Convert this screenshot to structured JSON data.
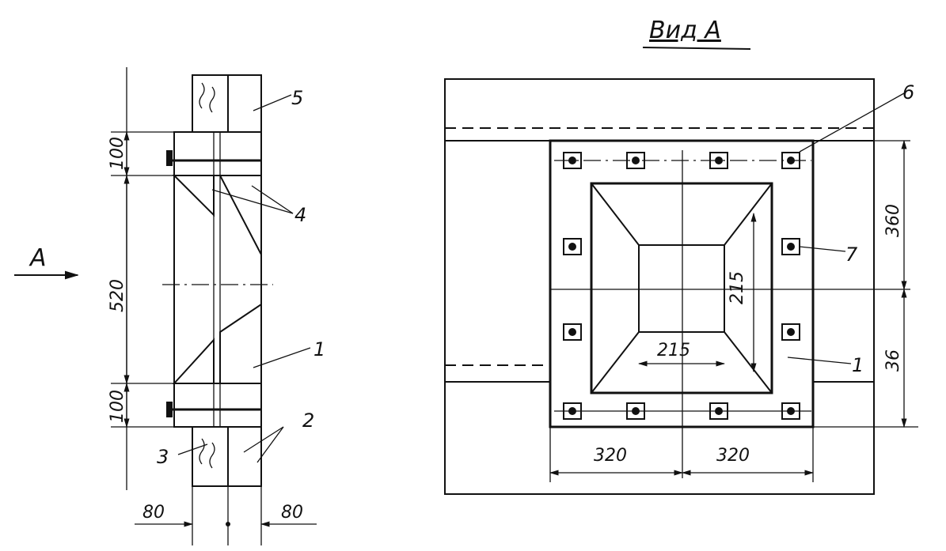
{
  "view_title": "Вид А",
  "view_arrow_label": "А",
  "callouts": [
    "1",
    "2",
    "3",
    "4",
    "5",
    "6",
    "7",
    "1"
  ],
  "section_dimensions": {
    "top_flange": "100",
    "opening": "520",
    "bottom_flange": "100",
    "left_thickness": "80",
    "right_thickness": "80"
  },
  "plan_dimensions": {
    "vertical_upper": "360",
    "vertical_lower": "36",
    "inner_vertical": "215",
    "inner_horizontal": "215",
    "left_width": "320",
    "right_width": "320"
  }
}
